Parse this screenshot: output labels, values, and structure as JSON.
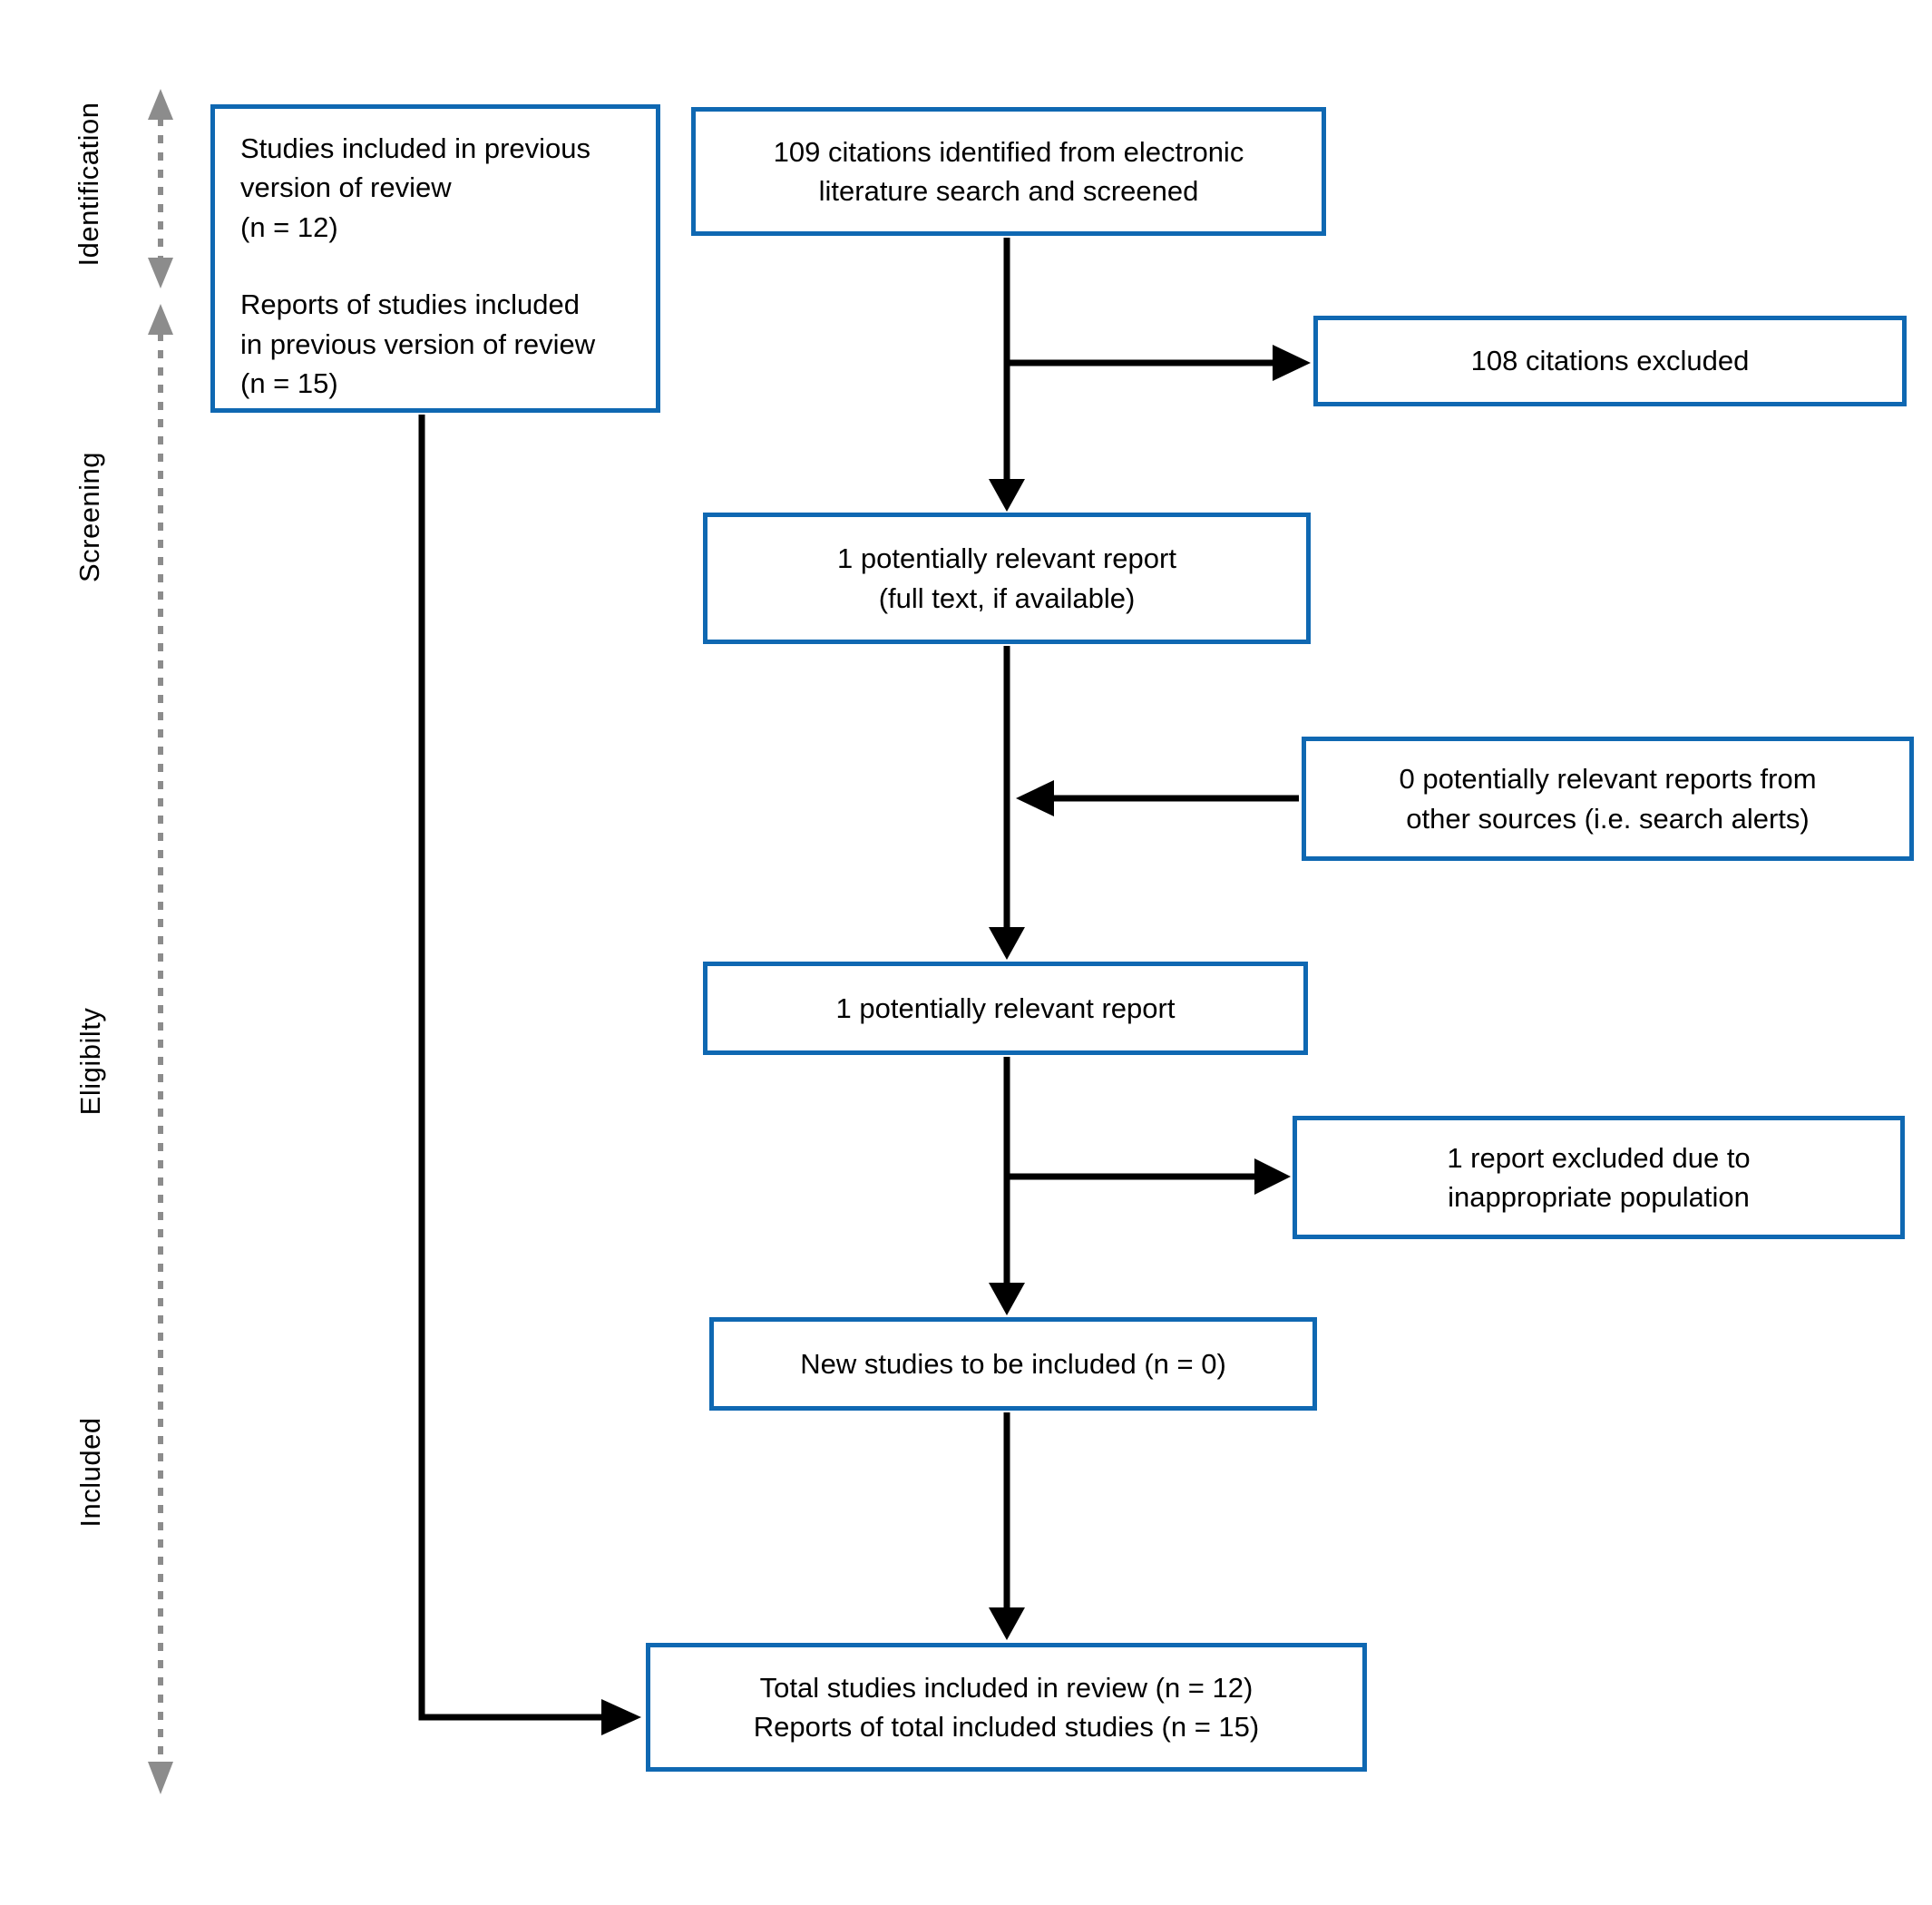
{
  "colors": {
    "box_border": "#0f68b2",
    "box_background": "#ffffff",
    "arrow": "#000000",
    "rail": "#8c8c8c",
    "text": "#000000"
  },
  "stage_rail": {
    "labels": [
      "Identification",
      "Screening",
      "Eligibilty",
      "Included"
    ]
  },
  "boxes": {
    "previous": {
      "para1": [
        "Studies included in previous",
        "version of review",
        "(n = 12)"
      ],
      "para2": [
        "Reports of studies included",
        "in previous version of review",
        "(n = 15)"
      ]
    },
    "screened": {
      "lines": [
        "109 citations identified from electronic",
        "literature search and screened"
      ]
    },
    "excluded": {
      "lines": [
        "108 citations excluded"
      ]
    },
    "fulltext": {
      "lines": [
        "1 potentially relevant report",
        "(full text, if available)"
      ]
    },
    "other_sources": {
      "lines": [
        "0 potentially relevant reports from",
        "other sources (i.e. search alerts)"
      ]
    },
    "relevant": {
      "lines": [
        "1 potentially relevant report"
      ]
    },
    "inappropriate": {
      "lines": [
        "1 report excluded due to",
        "inappropriate population"
      ]
    },
    "new_studies": {
      "lines": [
        "New studies to be included (n = 0)"
      ]
    },
    "total": {
      "lines": [
        "Total studies included in review (n = 12)",
        "Reports of total included studies (n = 15)"
      ]
    }
  }
}
